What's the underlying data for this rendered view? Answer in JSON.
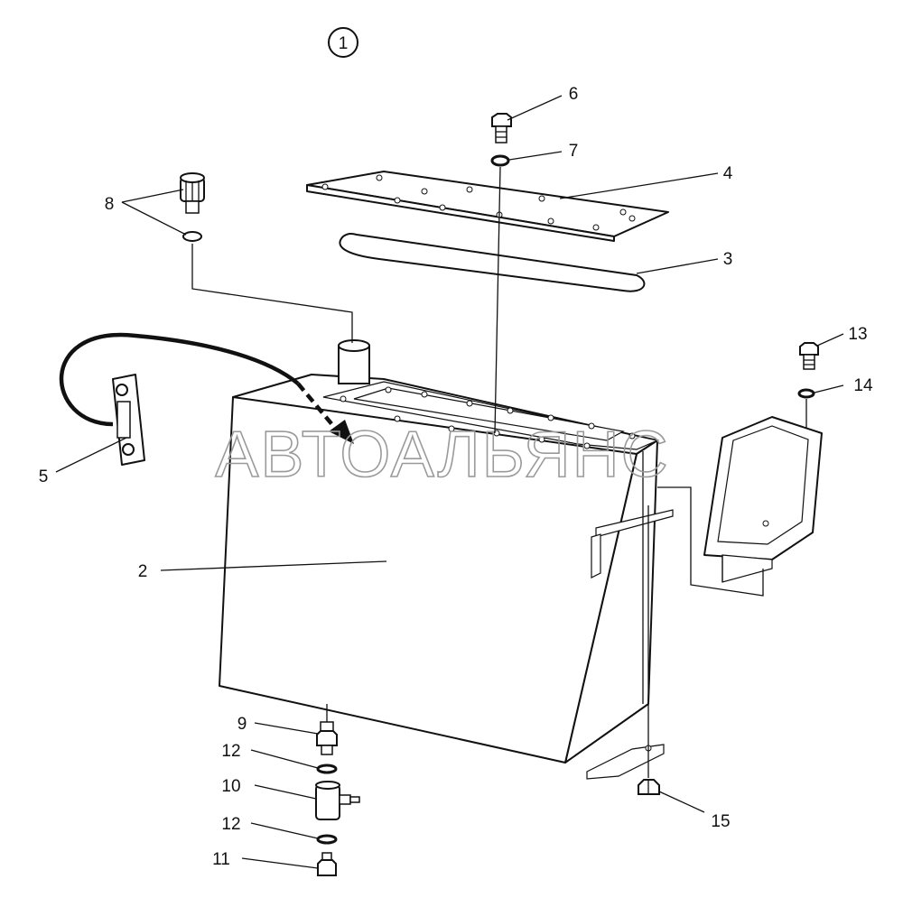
{
  "view_marker": "1",
  "watermark": "АВТОАЛЬЯНС",
  "callouts": [
    {
      "id": "c2",
      "text": "2"
    },
    {
      "id": "c3",
      "text": "3"
    },
    {
      "id": "c4",
      "text": "4"
    },
    {
      "id": "c5",
      "text": "5"
    },
    {
      "id": "c6",
      "text": "6"
    },
    {
      "id": "c7",
      "text": "7"
    },
    {
      "id": "c8",
      "text": "8"
    },
    {
      "id": "c9",
      "text": "9"
    },
    {
      "id": "c10",
      "text": "10"
    },
    {
      "id": "c11",
      "text": "11"
    },
    {
      "id": "c12a",
      "text": "12"
    },
    {
      "id": "c12b",
      "text": "12"
    },
    {
      "id": "c13",
      "text": "13"
    },
    {
      "id": "c14",
      "text": "14"
    },
    {
      "id": "c15",
      "text": "15"
    }
  ]
}
